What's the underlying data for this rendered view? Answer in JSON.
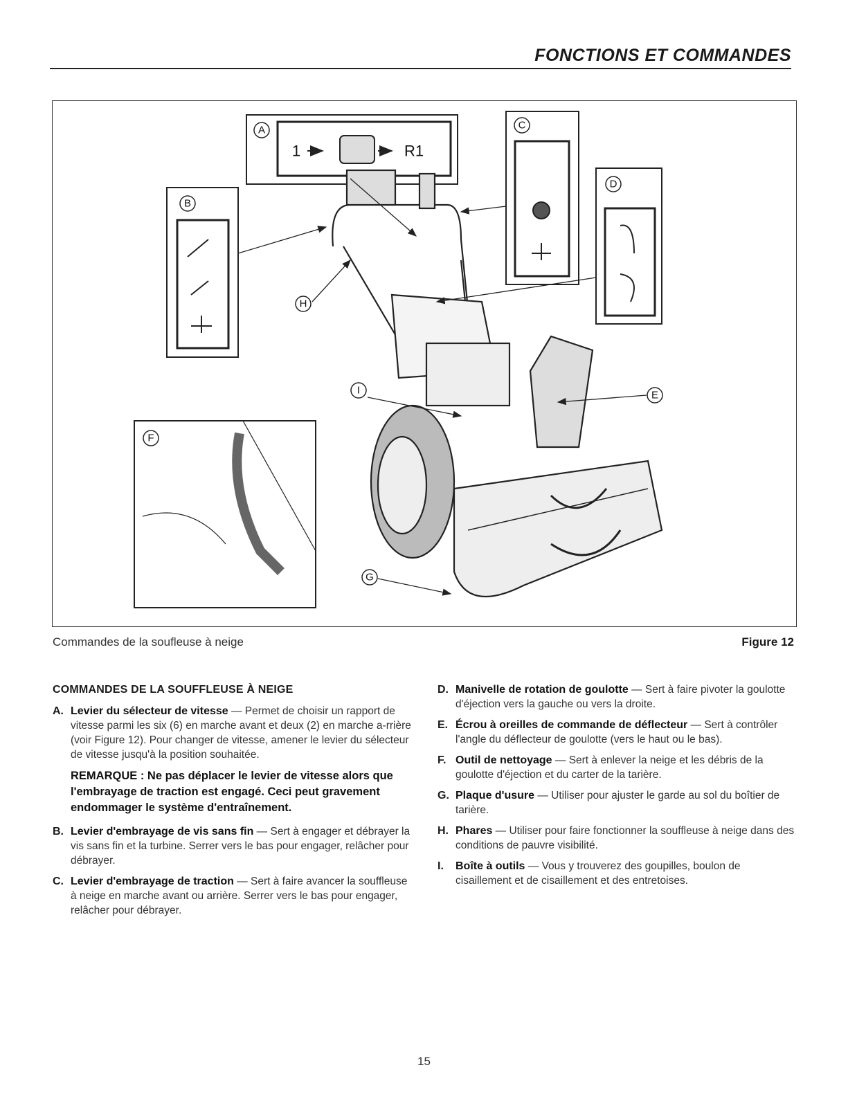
{
  "header": {
    "title": "FONCTIONS ET COMMANDES"
  },
  "figure": {
    "callouts": [
      "A",
      "B",
      "C",
      "D",
      "E",
      "F",
      "G",
      "H",
      "I"
    ],
    "speed_label_left": "1",
    "speed_label_right": "R1",
    "caption_left": "Commandes de la soufleuse à neige",
    "caption_right": "Figure 12"
  },
  "left_column": {
    "section_title": "COMMANDES DE LA SOUFFLEUSE À NEIGE",
    "items": [
      {
        "letter": "A.",
        "term": "Levier du sélecteur de vitesse",
        "text": " — Permet de choisir un rapport de vitesse parmi les six (6) en marche avant et deux (2) en marche a-rrière (voir Figure 12). Pour changer de vitesse, amener le levier du sélecteur de vitesse jusqu'à la position souhaitée."
      }
    ],
    "note": "REMARQUE : Ne pas déplacer le levier de vitesse alors que l'embrayage de traction est engagé. Ceci peut gravement endommager le système d'entraînement.",
    "items2": [
      {
        "letter": "B.",
        "term": "Levier d'embrayage de vis sans fin",
        "text": " — Sert à engager et débrayer la vis sans fin et la turbine. Serrer vers le bas pour engager, relâcher pour débrayer."
      },
      {
        "letter": "C.",
        "term": "Levier d'embrayage de traction",
        "text": " — Sert à faire avancer la souffleuse à neige en marche avant ou arrière. Serrer vers le bas pour engager, relâcher pour débrayer."
      }
    ]
  },
  "right_column": {
    "items": [
      {
        "letter": "D.",
        "term": "Manivelle de rotation de goulotte",
        "text": " — Sert à faire pivoter la goulotte d'éjection vers la gauche ou vers la droite."
      },
      {
        "letter": "E.",
        "term": "Écrou à oreilles de commande de déflecteur",
        "text": " — Sert à contrôler l'angle du déflecteur de goulotte (vers le haut ou le bas)."
      },
      {
        "letter": "F.",
        "term": "Outil de nettoyage",
        "text": " — Sert à enlever la neige et les débris de la goulotte d'éjection et du carter de la tarière."
      },
      {
        "letter": "G.",
        "term": "Plaque d'usure",
        "text": " — Utiliser pour ajuster le garde au sol du boîtier de tarière."
      },
      {
        "letter": "H.",
        "term": "Phares",
        "text": " — Utiliser pour faire fonctionner la souffleuse à neige dans des conditions de pauvre visibilité."
      },
      {
        "letter": "I.",
        "term": "Boîte à outils",
        "text": " — Vous y trouverez des goupilles, boulon de cisaillement et de cisaillement et des entretoises."
      }
    ]
  },
  "footer": {
    "page_number": "15"
  }
}
